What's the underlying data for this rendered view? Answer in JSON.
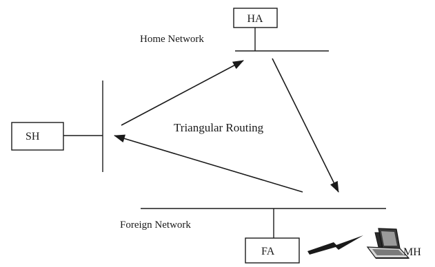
{
  "nodes": {
    "ha": "HA",
    "sh": "SH",
    "fa": "FA",
    "mh": "MH"
  },
  "labels": {
    "home_network": "Home Network",
    "foreign_network": "Foreign Network",
    "triangular_routing": "Triangular Routing"
  },
  "icons": {
    "mobile_host": "laptop-icon",
    "wireless_link": "lightning-bolt-icon"
  },
  "colors": {
    "ink": "#1a1a1a",
    "background": "#ffffff"
  }
}
